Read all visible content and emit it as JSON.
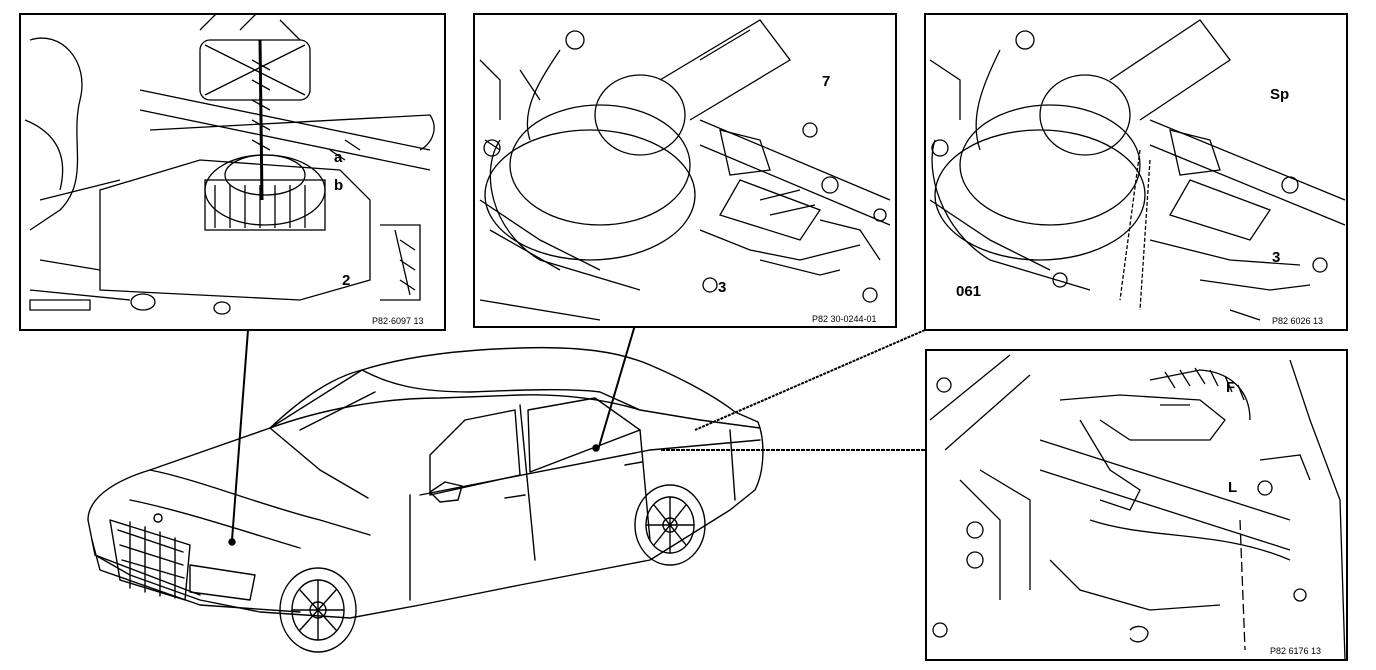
{
  "panels": {
    "top_left": {
      "ref": "P82·6097 13",
      "callouts": {
        "a": "a",
        "b": "b",
        "two": "2"
      }
    },
    "top_middle": {
      "ref": "P82 30-0244-01",
      "callouts": {
        "seven": "7",
        "three": "3"
      }
    },
    "top_right": {
      "ref": "P82 6026 13",
      "callouts": {
        "sp": "Sp",
        "three": "3",
        "code": "061"
      }
    },
    "bottom_right": {
      "ref": "P82 6176 13",
      "callouts": {
        "f": "F",
        "l": "L"
      }
    }
  },
  "colors": {
    "ink": "#000000",
    "paper": "#ffffff"
  }
}
